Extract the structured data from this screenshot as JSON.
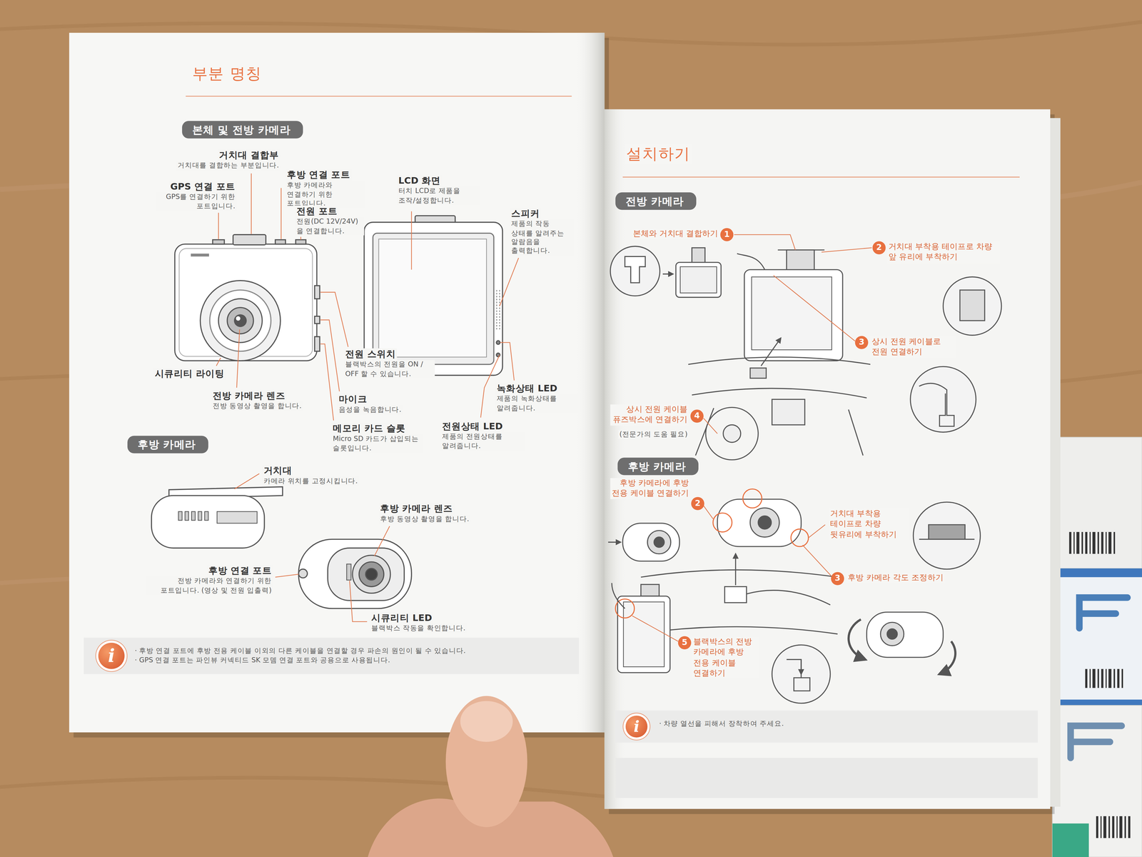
{
  "diagram": {
    "title": "부분 명칭",
    "nodes": [
      {
        "text": [
          "본체 및 전방 카메라"
        ]
      },
      {
        "text": [
          "후방 카메라"
        ]
      },
      {
        "text": [
          "· 후방 연결 포트에 후방 전용 케이블 이외의 다른 케이블을 연결할 경우 파손의 원인이 될 수 있습니다.",
          "· GPS 연결 포트는 파인뷰 커넥티드 SK 모뎀 연결 포트와 공용으로 사용됩니다."
        ]
      },
      {
        "text": [
          "i"
        ],
        "in": 2
      },
      {
        "text": [
          "전방 카메라"
        ]
      },
      {
        "text": [
          "1"
        ]
      },
      {
        "text": [
          "2"
        ]
      },
      {
        "text": [
          "3"
        ]
      },
      {
        "text": [
          "4"
        ]
      },
      {
        "text": [
          "후방 카메라"
        ]
      },
      {
        "text": [
          "2"
        ]
      },
      {
        "text": [
          "3"
        ]
      },
      {
        "text": [
          "5"
        ]
      },
      {
        "text": [
          "· 차량 열선을 피해서 장착하여 주세요."
        ]
      },
      {
        "text": [
          "i"
        ],
        "in": 13
      }
    ],
    "labels": [
      "설치하기",
      "거치대 결합부",
      "거치대를 결합하는 부분입니다.",
      "GPS 연결 포트",
      "GPS를 연결하기 위한 포트입니다.",
      "후방 연결 포트",
      "후방 카메라와 연결하기 위한 포트입니다.",
      "전원 포트",
      "전원(DC 12V/24V)을 연결합니다.",
      "LCD 화면",
      "터치 LCD로 제품을 조작/설정합니다.",
      "스피커",
      "제품의 작동 상태를 알려주는 알람음을 출력합니다.",
      "시큐리티 라이팅",
      "전방 카메라 렌즈",
      "전방 동영상 촬영을 합니다.",
      "전원 스위치",
      "블랙박스의 전원을 ON / OFF 할 수 있습니다.",
      "마이크",
      "음성을 녹음합니다.",
      "메모리 카드 슬롯",
      "Micro SD 카드가 삽입되는 슬롯입니다.",
      "녹화상태 LED",
      "제품의 녹화상태를 알려줍니다.",
      "전원상태 LED",
      "제품의 전원상태를 알려줍니다.",
      "거치대",
      "카메라 위치를 고정시킵니다.",
      "후방 카메라 렌즈",
      "후방 동영상 촬영을 합니다.",
      "후방 연결 포트",
      "전방 카메라와 연결하기 위한 포트입니다. (영상 및 전원 입출력)",
      "시큐리티 LED",
      "블랙박스 작동을 확인합니다.",
      "본체와 거치대 결합하기",
      "거치대 부착용 테이프로 차량 앞 유리에 부착하기",
      "상시 전원 케이블로 전원 연결하기",
      "상시 전원 케이블 퓨즈박스에 연결하기",
      "(전문가의 도움 필요)",
      "후방 카메라에 후방 전용 케이블 연결하기",
      "거치대 부착용 테이프로 차량 뒷유리에 부착하기",
      "후방 카메라 각도 조정하기",
      "블랙박스의 전방 카메라에 후방 전용 케이블 연결하기"
    ]
  }
}
